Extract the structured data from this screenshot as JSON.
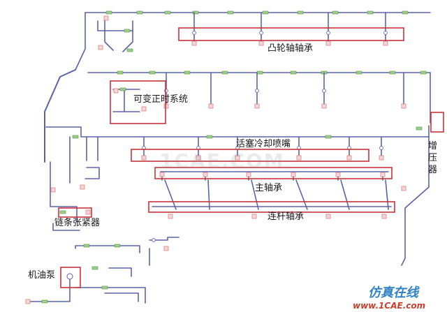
{
  "labels": {
    "cam_bearing": "凸轮轴轴承",
    "vvt": "可变正时系统",
    "piston_nozzle": "活塞冷却喷嘴",
    "main_bearing": "主轴承",
    "conrod_bearing": "连杆轴承",
    "chain_tensioner": "链条张紧器",
    "oil_pump": "机油泵",
    "turbo": "增压器"
  },
  "watermark": "1CAE.COM",
  "logo": {
    "title": "仿真在线",
    "url": "www.1CAE.com"
  },
  "colors": {
    "pipe": "#5b63a8",
    "pipe_light": "#8f95c9",
    "node_green": "#9ccf88",
    "node_red": "#d98080",
    "highlight": "#c7343a",
    "logo_blue": "#2f82c4",
    "logo_red": "#c8402c"
  }
}
